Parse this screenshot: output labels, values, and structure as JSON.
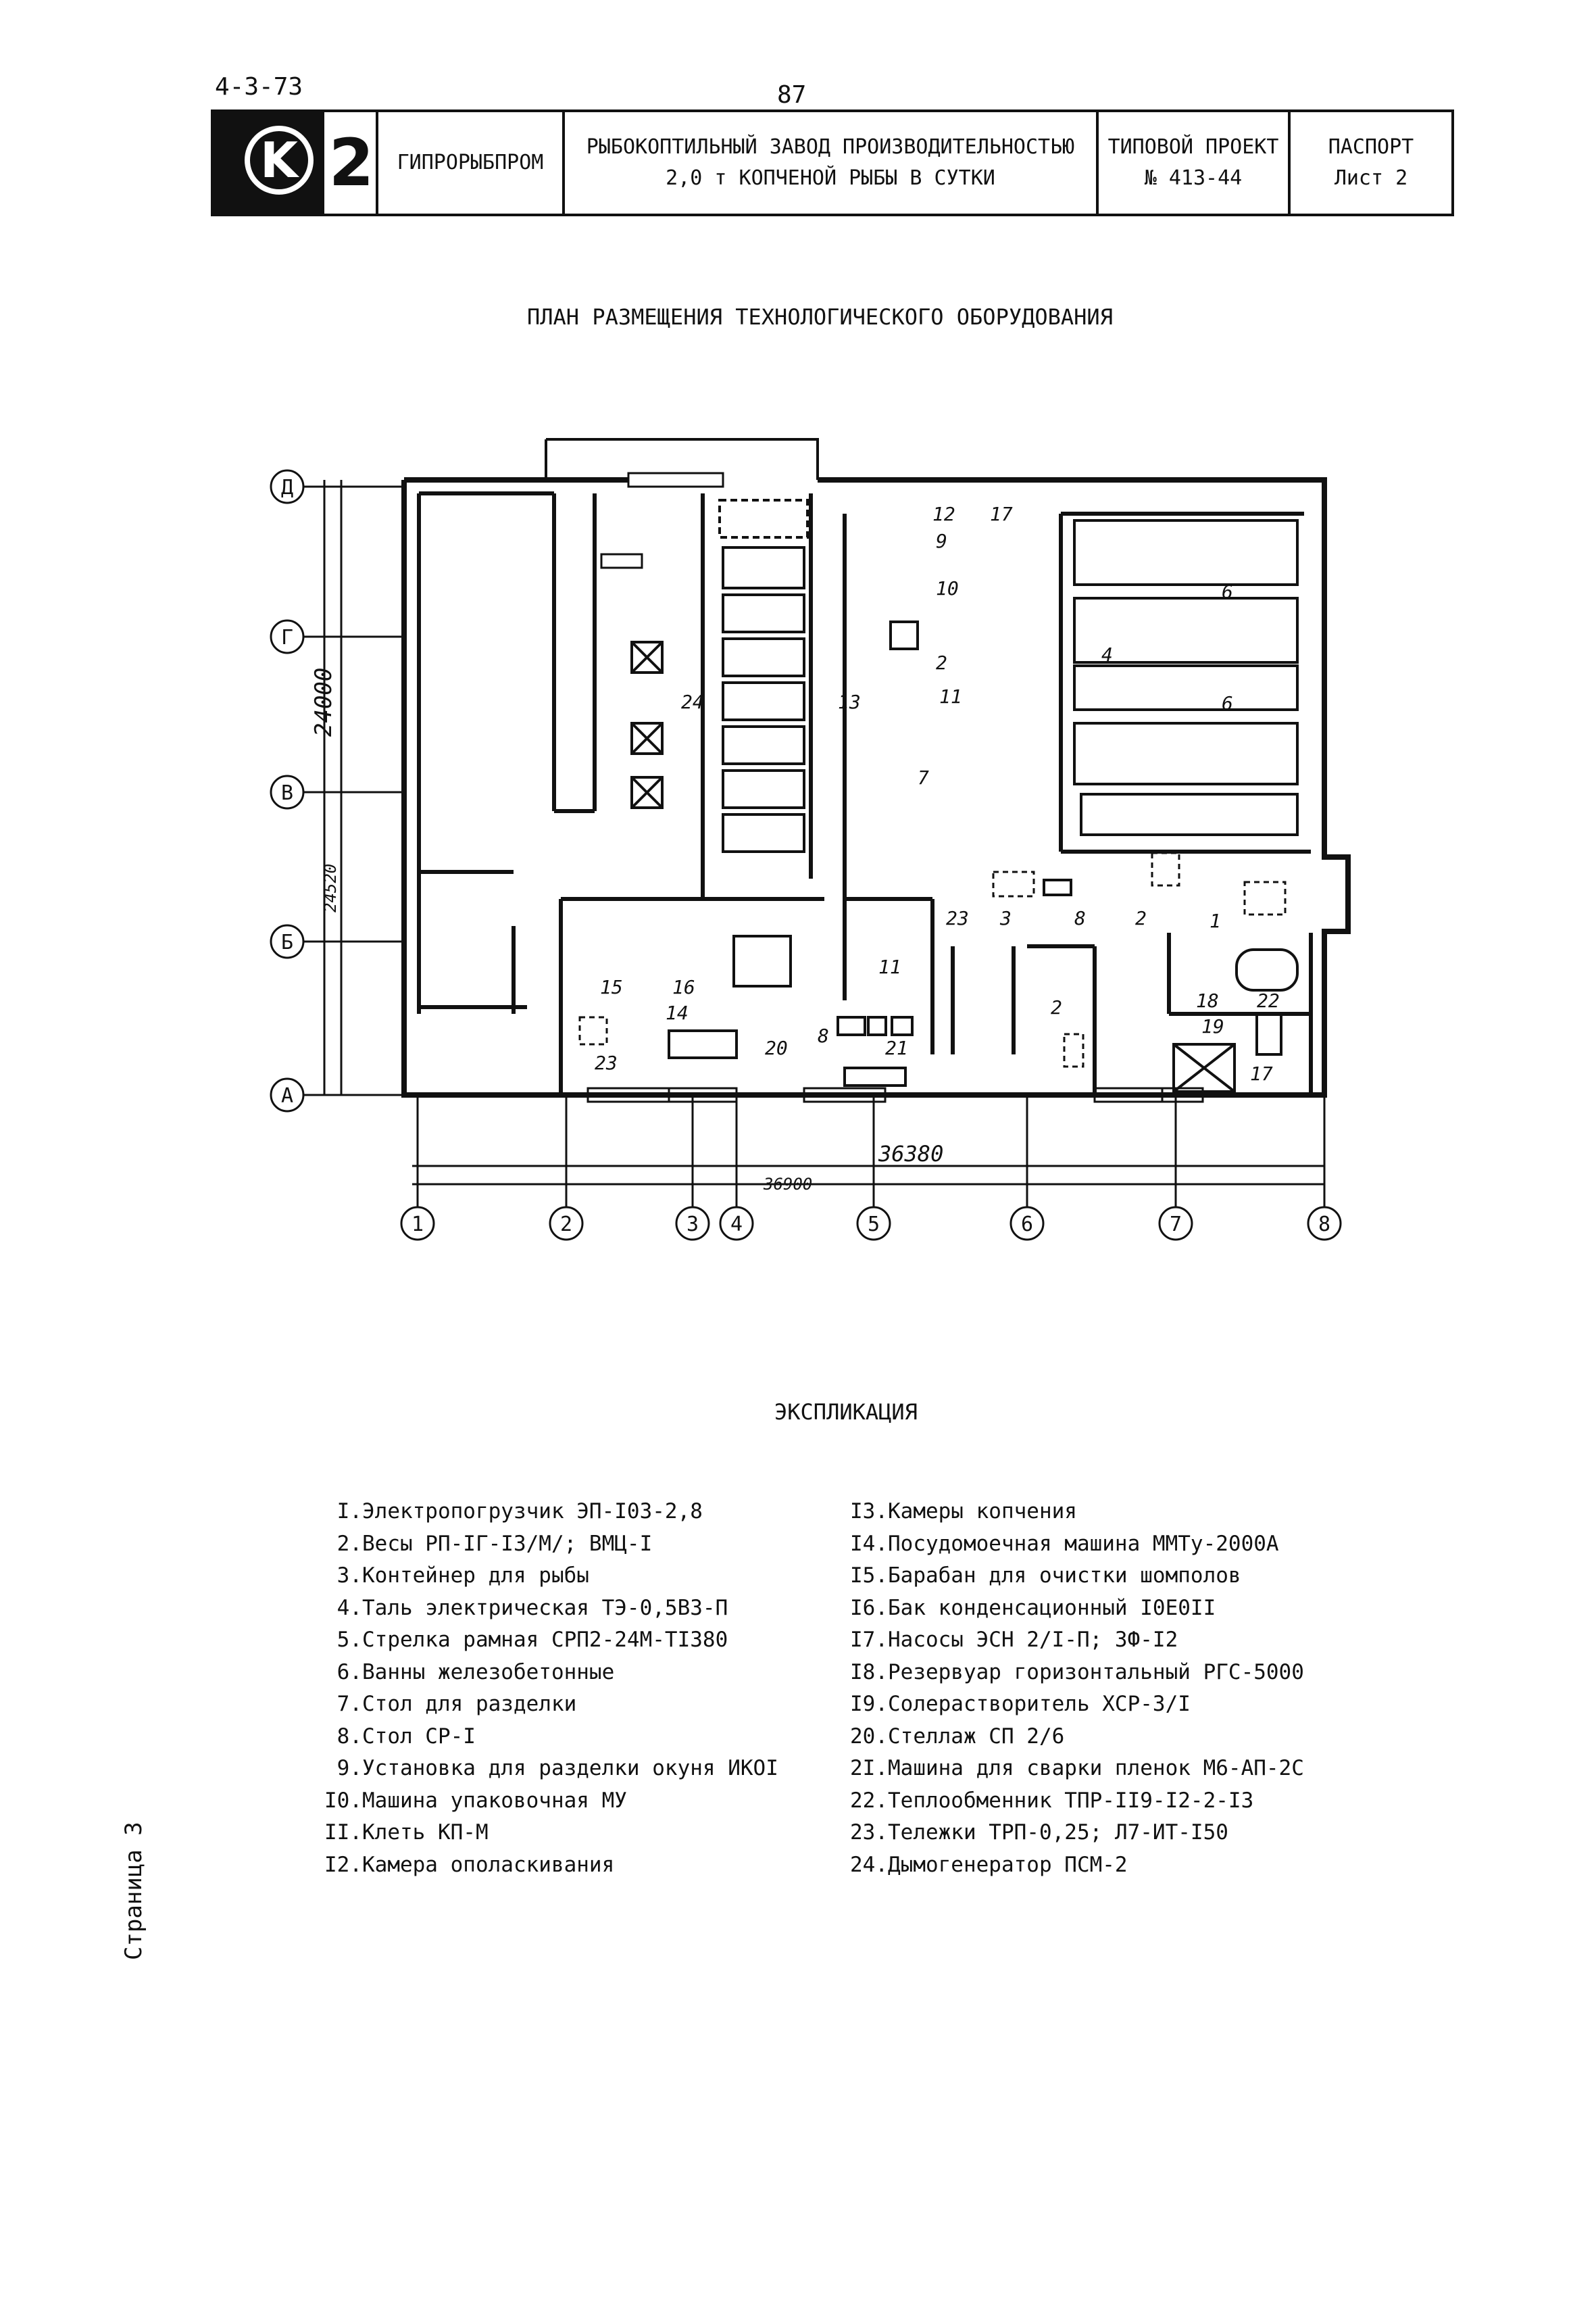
{
  "header": {
    "doc_code": "4-3-73",
    "page_number": "87",
    "series_number": "2",
    "organization": "ГИПРОРЫБПРОМ",
    "title_line1": "РЫБОКОПТИЛЬНЫЙ ЗАВОД ПРОИЗВОДИТЕЛЬНОСТЬЮ",
    "title_line2": "2,0 т КОПЧЕНОЙ РЫБЫ В СУТКИ",
    "project_line1": "ТИПОВОЙ ПРОЕКТ",
    "project_line2": "№ 413-44",
    "passport_line1": "ПАСПОРТ",
    "passport_line2": "Лист 2"
  },
  "plan": {
    "title": "ПЛАН РАЗМЕЩЕНИЯ ТЕХНОЛОГИЧЕСКОГО ОБОРУДОВАНИЯ",
    "row_axes": [
      "Д",
      "Г",
      "В",
      "Б",
      "А"
    ],
    "column_axes": [
      "1",
      "2",
      "3",
      "4",
      "5",
      "6",
      "7",
      "8"
    ],
    "dimensions": {
      "height_total": "24000",
      "height_outer": "24520",
      "width_inner": "36380",
      "width_outer": "36900"
    },
    "equipment_markers": [
      "1",
      "2",
      "2",
      "2",
      "3",
      "4",
      "6",
      "6",
      "7",
      "8",
      "8",
      "9",
      "10",
      "11",
      "11",
      "12",
      "13",
      "14",
      "15",
      "16",
      "17",
      "17",
      "18",
      "19",
      "20",
      "21",
      "22",
      "23",
      "23",
      "24"
    ]
  },
  "explication": {
    "title": "ЭКСПЛИКАЦИЯ",
    "left": [
      " I.Электропогрузчик ЭП-I03-2,8",
      " 2.Весы РП-IГ-I3/М/; ВМЦ-I",
      " 3.Контейнер для рыбы",
      " 4.Таль электрическая ТЭ-0,5ВЗ-П",
      " 5.Стрелка рамная СРП2-24М-ТI380",
      " 6.Ванны железобетонные",
      " 7.Стол для разделки",
      " 8.Стол СР-I",
      " 9.Установка для разделки окуня ИКОI",
      "I0.Машина упаковочная МУ",
      "II.Клеть КП-М",
      "I2.Камера ополаскивания"
    ],
    "right": [
      "I3.Камеры копчения",
      "I4.Посудомоечная машина ММТу-2000А",
      "I5.Барабан для очистки шомполов",
      "I6.Бак конденсационный I0Е0II",
      "I7.Насосы ЭСН 2/I-П; ЗФ-I2",
      "I8.Резервуар горизонтальный РГС-5000",
      "I9.Солерастворитель ХСР-З/I",
      "20.Стеллаж СП 2/6",
      "2I.Машина для сварки пленок М6-АП-2С",
      "22.Теплообменник ТПР-II9-I2-2-I3",
      "23.Тележки ТРП-0,25; Л7-ИТ-I50",
      "24.Дымогенератор ПСМ-2"
    ]
  },
  "side_label": "Страница 3"
}
